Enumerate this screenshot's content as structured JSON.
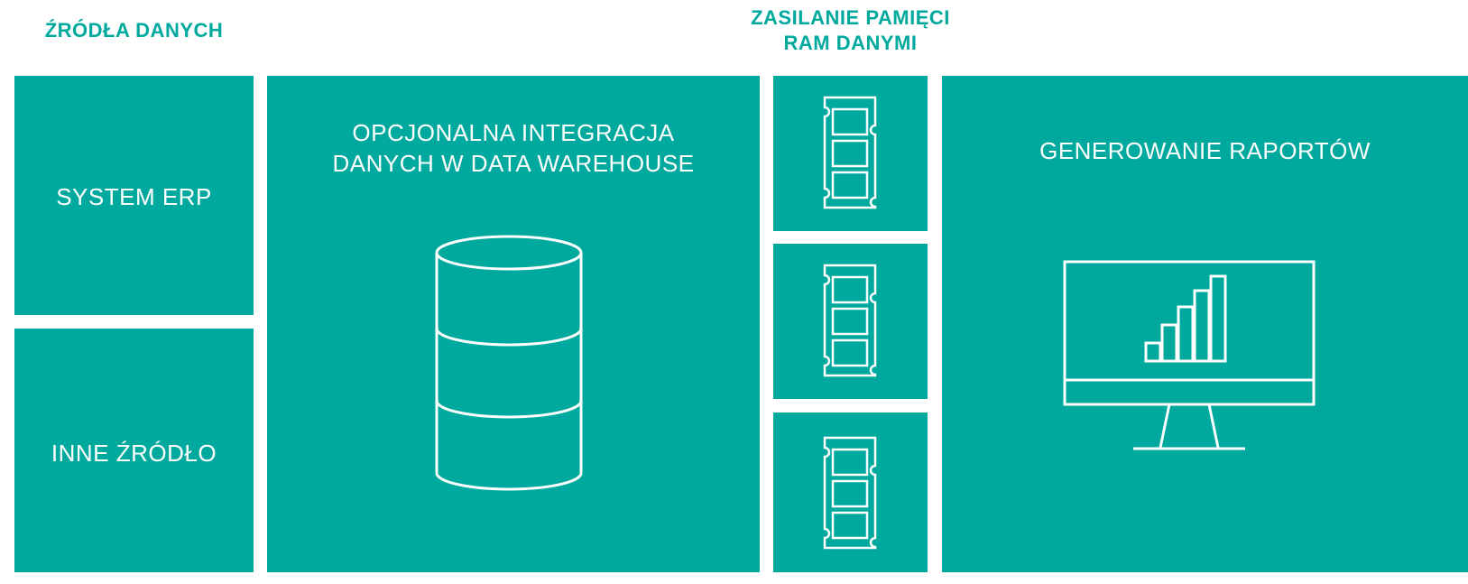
{
  "headings": {
    "data_sources": "ŹRÓDŁA DANYCH",
    "ram_feed_line1": "ZASILANIE PAMIĘCI",
    "ram_feed_line2": "RAM DANYMI"
  },
  "tiles": {
    "erp": "SYSTEM ERP",
    "other_source": "INNE ŹRÓDŁO",
    "dwh_line1": "OPCJONALNA INTEGRACJA",
    "dwh_line2": "DANYCH W DATA WAREHOUSE",
    "reporting": "GENEROWANIE RAPORTÓW"
  },
  "icons": {
    "database": "database-icon",
    "ram": "ram-module-icon",
    "monitor": "monitor-chart-icon"
  },
  "colors": {
    "accent": "#00a99d",
    "foreground": "#ffffff"
  }
}
